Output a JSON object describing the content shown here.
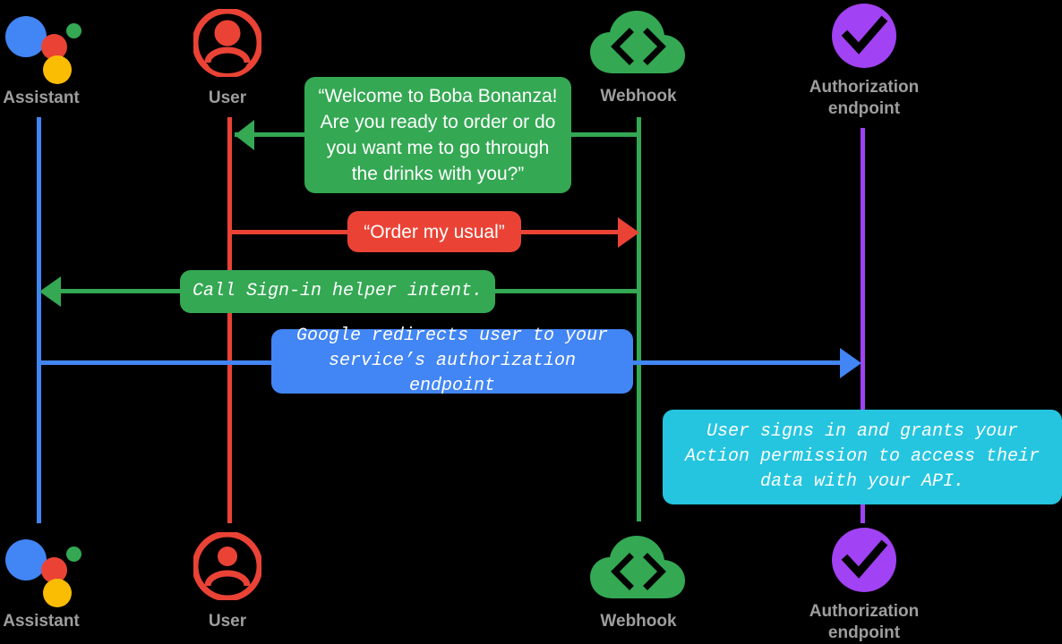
{
  "diagram": {
    "title": "Account linking sequence diagram",
    "background": "#000000",
    "label_color": "#9e9e9e"
  },
  "colors": {
    "assistant_blue": "#4285f4",
    "assistant_red": "#ea4335",
    "assistant_yellow": "#fbbc04",
    "assistant_green": "#34a853",
    "user_red": "#ea4335",
    "webhook_green": "#34a853",
    "auth_purple": "#a142f4",
    "bubble_green": "#34a853",
    "bubble_red": "#ea4335",
    "bubble_blue": "#4285f4",
    "bubble_cyan": "#25c5e0",
    "text_white": "#ffffff"
  },
  "actors": [
    {
      "id": "assistant",
      "label": "Assistant",
      "icon": "google-assistant-icon",
      "lifeline_color": "#4285f4"
    },
    {
      "id": "user",
      "label": "User",
      "icon": "user-avatar-icon",
      "lifeline_color": "#ea4335"
    },
    {
      "id": "webhook",
      "label": "Webhook",
      "icon": "cloud-code-icon",
      "lifeline_color": "#34a853"
    },
    {
      "id": "authorization",
      "label": "Authorization\nendpoint",
      "icon": "purple-check-circle-icon",
      "lifeline_color": "#a142f4"
    }
  ],
  "actors_bottom": [
    {
      "id": "assistant",
      "label": "Assistant"
    },
    {
      "id": "user",
      "label": "User"
    },
    {
      "id": "webhook",
      "label": "Webhook"
    },
    {
      "id": "authorization",
      "label": "Authorization\nendpoint"
    }
  ],
  "messages": [
    {
      "id": "welcome",
      "text": "“Welcome to Boba Bonanza!\nAre you ready to order or do\nyou want me to go through\nthe drinks with you?”",
      "from": "webhook",
      "to": "user",
      "direction": "left",
      "color": "#34a853",
      "font": "sans"
    },
    {
      "id": "order-my-usual",
      "text": "“Order my usual”",
      "from": "user",
      "to": "webhook",
      "direction": "right",
      "color": "#ea4335",
      "font": "sans"
    },
    {
      "id": "call-signin-helper",
      "text": "Call Sign-in helper intent.",
      "from": "webhook",
      "to": "assistant",
      "direction": "left",
      "color": "#34a853",
      "font": "mono"
    },
    {
      "id": "google-redirects",
      "text": "Google redirects user to your\nservice’s authorization endpoint",
      "from": "assistant",
      "to": "authorization",
      "direction": "right",
      "color": "#4285f4",
      "font": "mono"
    },
    {
      "id": "user-signs-in",
      "text": "User signs in and grants your\nAction permission to access their\ndata with your API.",
      "from": "authorization",
      "to": "authorization",
      "direction": "none",
      "color": "#25c5e0",
      "font": "mono"
    }
  ]
}
